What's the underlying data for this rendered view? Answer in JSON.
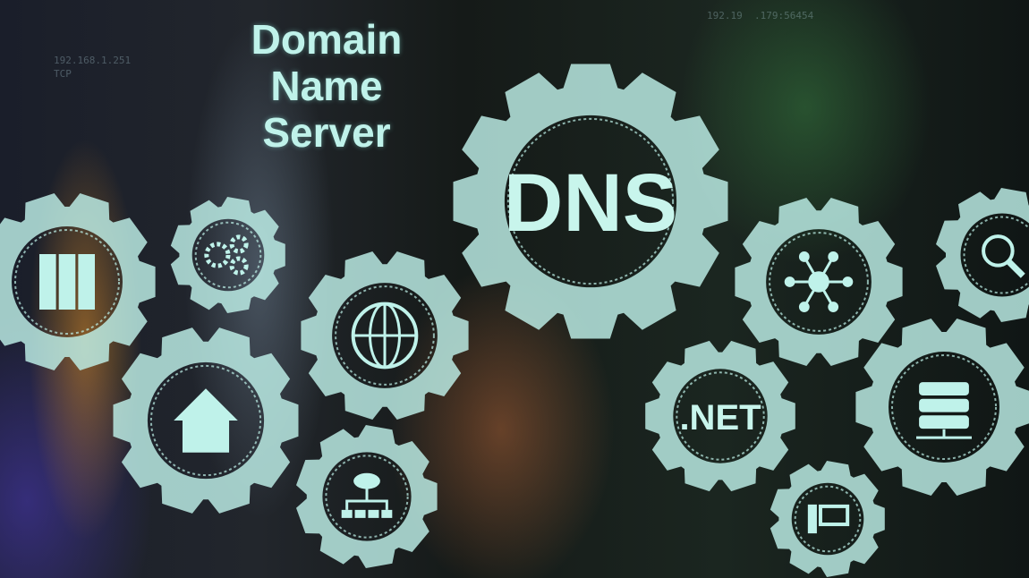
{
  "title_lines": [
    "Domain",
    "Name",
    "Server"
  ],
  "center_gear_label": "DNS",
  "net_gear_label": ".NET",
  "background_text": [
    "192.168.1.251",
    "TCP",
    "192.19  .179:56454"
  ],
  "colors": {
    "gear": "#bff2ea",
    "background": "#0d1414"
  },
  "gears": [
    {
      "icon": "dns-text"
    },
    {
      "icon": "server-rack-icon"
    },
    {
      "icon": "cogs-icon"
    },
    {
      "icon": "globe-icon"
    },
    {
      "icon": "house-icon"
    },
    {
      "icon": "cloud-network-icon"
    },
    {
      "icon": "network-hub-icon"
    },
    {
      "icon": "search-icon"
    },
    {
      "icon": "net-text"
    },
    {
      "icon": "server-stack-icon"
    },
    {
      "icon": "computer-icon"
    }
  ]
}
